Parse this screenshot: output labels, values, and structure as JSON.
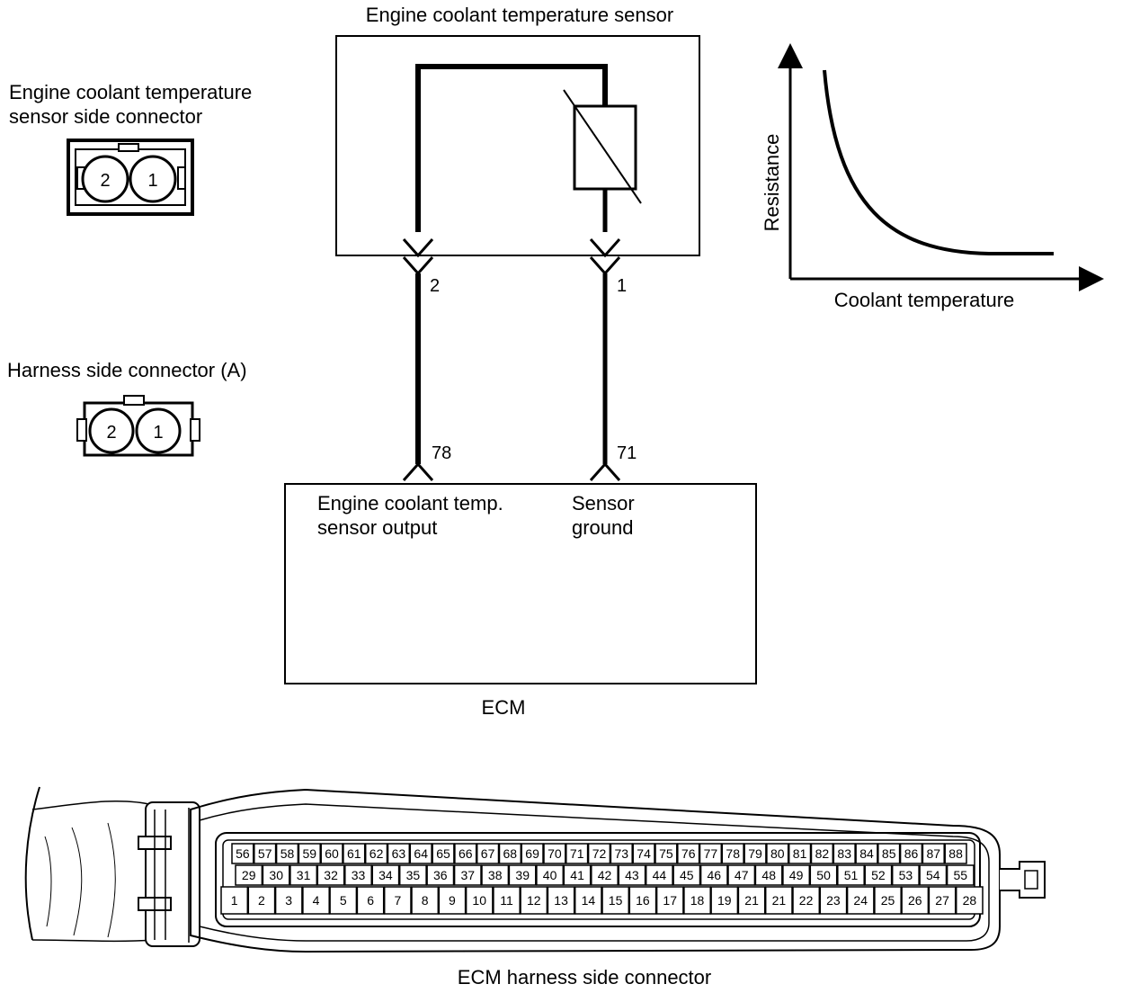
{
  "labels": {
    "sensor_title": "Engine coolant temperature sensor",
    "sensor_conn_line1": "Engine coolant temperature",
    "sensor_conn_line2": "sensor side connector",
    "harness_conn": "Harness side connector (A)",
    "graph_y": "Resistance",
    "graph_x": "Coolant temperature",
    "ecm_out_line1": "Engine coolant temp.",
    "ecm_out_line2": "sensor output",
    "ecm_gnd_line1": "Sensor",
    "ecm_gnd_line2": "ground",
    "ecm": "ECM",
    "ecm_conn": "ECM harness side connector"
  },
  "wires": {
    "left_sensor_pin": "2",
    "right_sensor_pin": "1",
    "left_ecm_pin": "78",
    "right_ecm_pin": "71"
  },
  "small_connectors": {
    "sensor_side": [
      "2",
      "1"
    ],
    "harness_side": [
      "2",
      "1"
    ]
  },
  "ecm_connector": {
    "row_top": [
      "56",
      "57",
      "58",
      "59",
      "60",
      "61",
      "62",
      "63",
      "64",
      "65",
      "66",
      "67",
      "68",
      "69",
      "70",
      "71",
      "72",
      "73",
      "74",
      "75",
      "76",
      "77",
      "78",
      "79",
      "80",
      "81",
      "82",
      "83",
      "84",
      "85",
      "86",
      "87",
      "88"
    ],
    "row_mid": [
      "29",
      "30",
      "31",
      "32",
      "33",
      "34",
      "35",
      "36",
      "37",
      "38",
      "39",
      "40",
      "41",
      "42",
      "43",
      "44",
      "45",
      "46",
      "47",
      "48",
      "49",
      "50",
      "51",
      "52",
      "53",
      "54",
      "55"
    ],
    "row_bot": [
      "1",
      "2",
      "3",
      "4",
      "5",
      "6",
      "7",
      "8",
      "9",
      "10",
      "11",
      "12",
      "13",
      "14",
      "15",
      "16",
      "17",
      "18",
      "19",
      "21",
      "21",
      "22",
      "23",
      "24",
      "25",
      "26",
      "27",
      "28"
    ]
  }
}
